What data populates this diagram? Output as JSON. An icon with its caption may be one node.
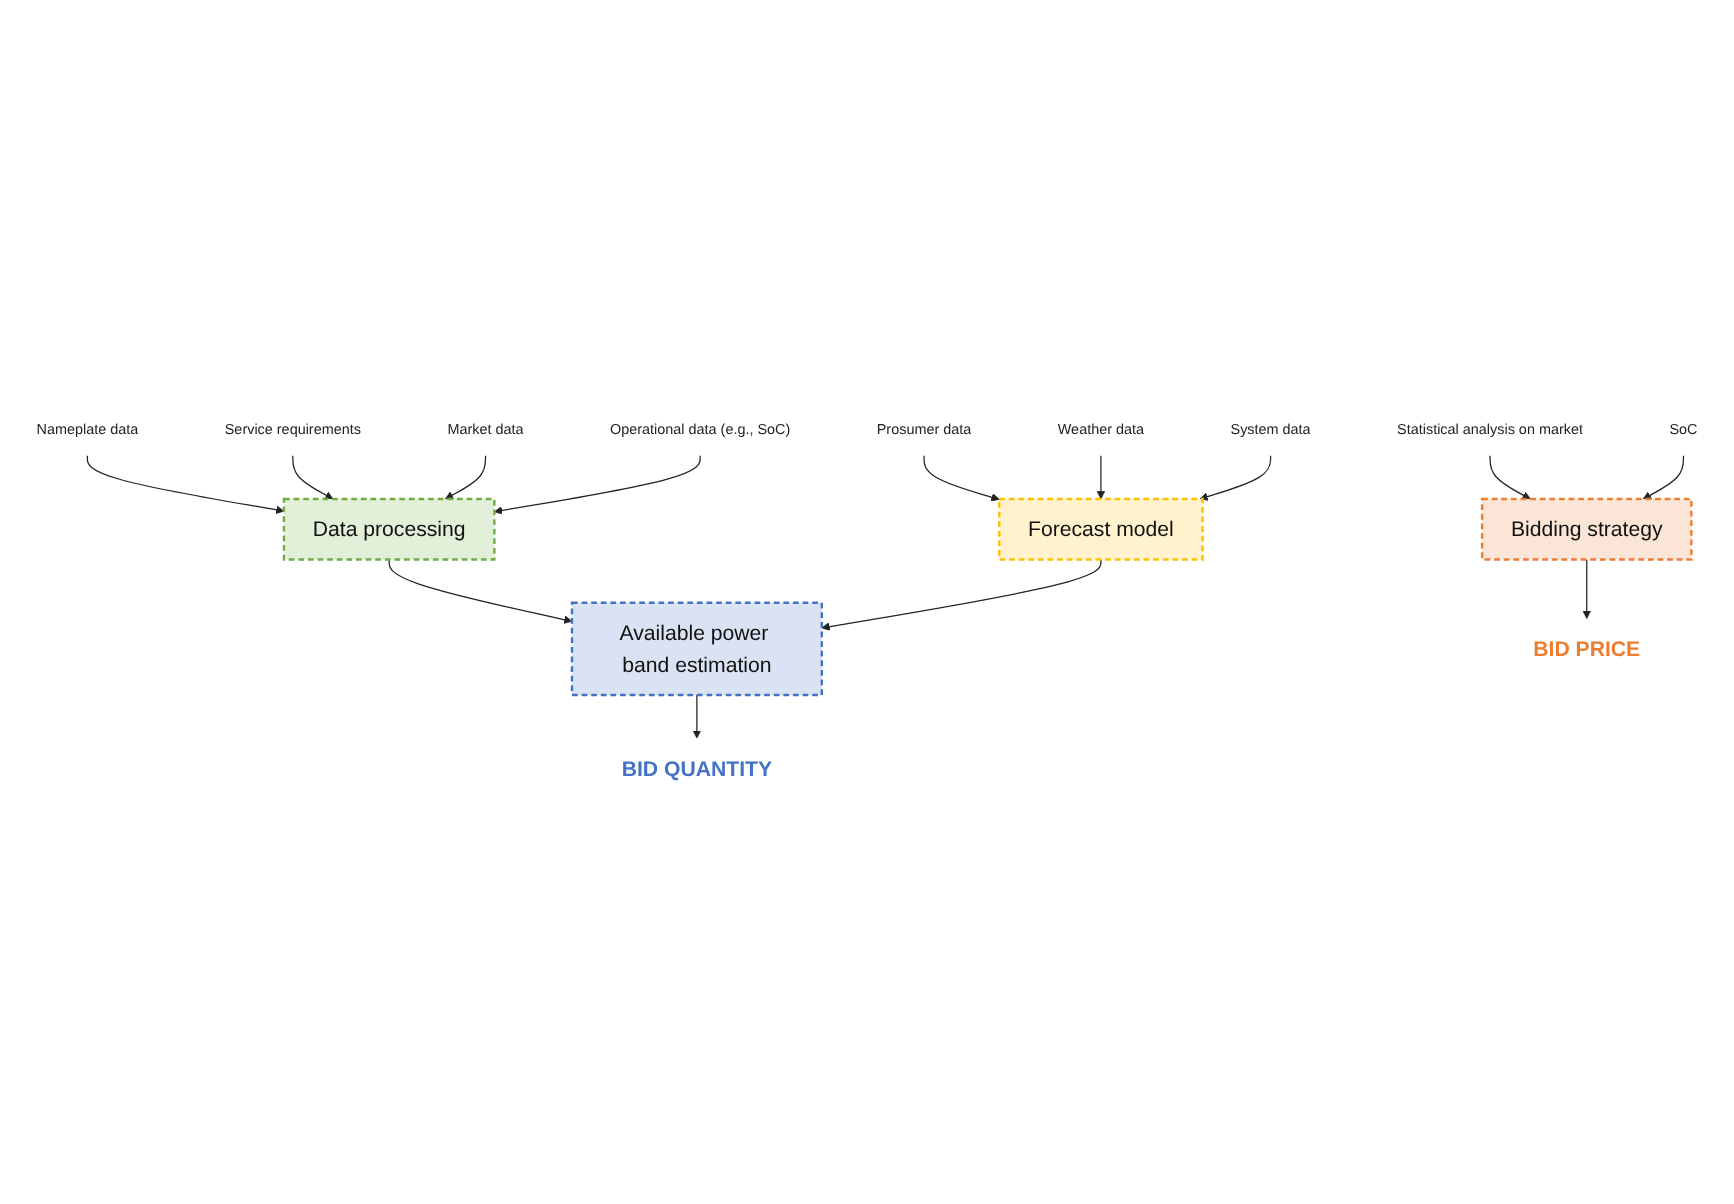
{
  "diagram": {
    "nodes": [
      {
        "text": [
          "Nameplate data"
        ]
      },
      {
        "text": [
          "Service requirements"
        ]
      },
      {
        "text": [
          "Market data"
        ]
      },
      {
        "text": [
          "Operational data (e.g., SoC)"
        ]
      },
      {
        "text": [
          "Prosumer data"
        ]
      },
      {
        "text": [
          "Weather data"
        ]
      },
      {
        "text": [
          "System data"
        ]
      },
      {
        "text": [
          "Statistical analysis on market"
        ]
      },
      {
        "text": [
          "SoC"
        ]
      },
      {
        "text": [
          "Data processing"
        ]
      },
      {
        "text": [
          "Forecast model"
        ]
      },
      {
        "text": [
          "Available power band estimation"
        ]
      },
      {
        "text": [
          "Bidding strategy"
        ]
      },
      {
        "text": [
          "BID QUANTITY"
        ]
      },
      {
        "text": [
          "BID PRICE"
        ]
      }
    ],
    "edges": [
      {
        "from": 0,
        "to": 9,
        "arrow": "to"
      },
      {
        "from": 1,
        "to": 9,
        "arrow": "to"
      },
      {
        "from": 2,
        "to": 9,
        "arrow": "to"
      },
      {
        "from": 3,
        "to": 9,
        "arrow": "to"
      },
      {
        "from": 4,
        "to": 10,
        "arrow": "to"
      },
      {
        "from": 5,
        "to": 10,
        "arrow": "to"
      },
      {
        "from": 6,
        "to": 10,
        "arrow": "to"
      },
      {
        "from": 9,
        "to": 11,
        "arrow": "to"
      },
      {
        "from": 10,
        "to": 11,
        "arrow": "to"
      },
      {
        "from": 7,
        "to": 12,
        "arrow": "to"
      },
      {
        "from": 8,
        "to": 12,
        "arrow": "to"
      },
      {
        "from": 11,
        "to": 13,
        "arrow": "to"
      },
      {
        "from": 12,
        "to": 14,
        "arrow": "to"
      }
    ]
  }
}
